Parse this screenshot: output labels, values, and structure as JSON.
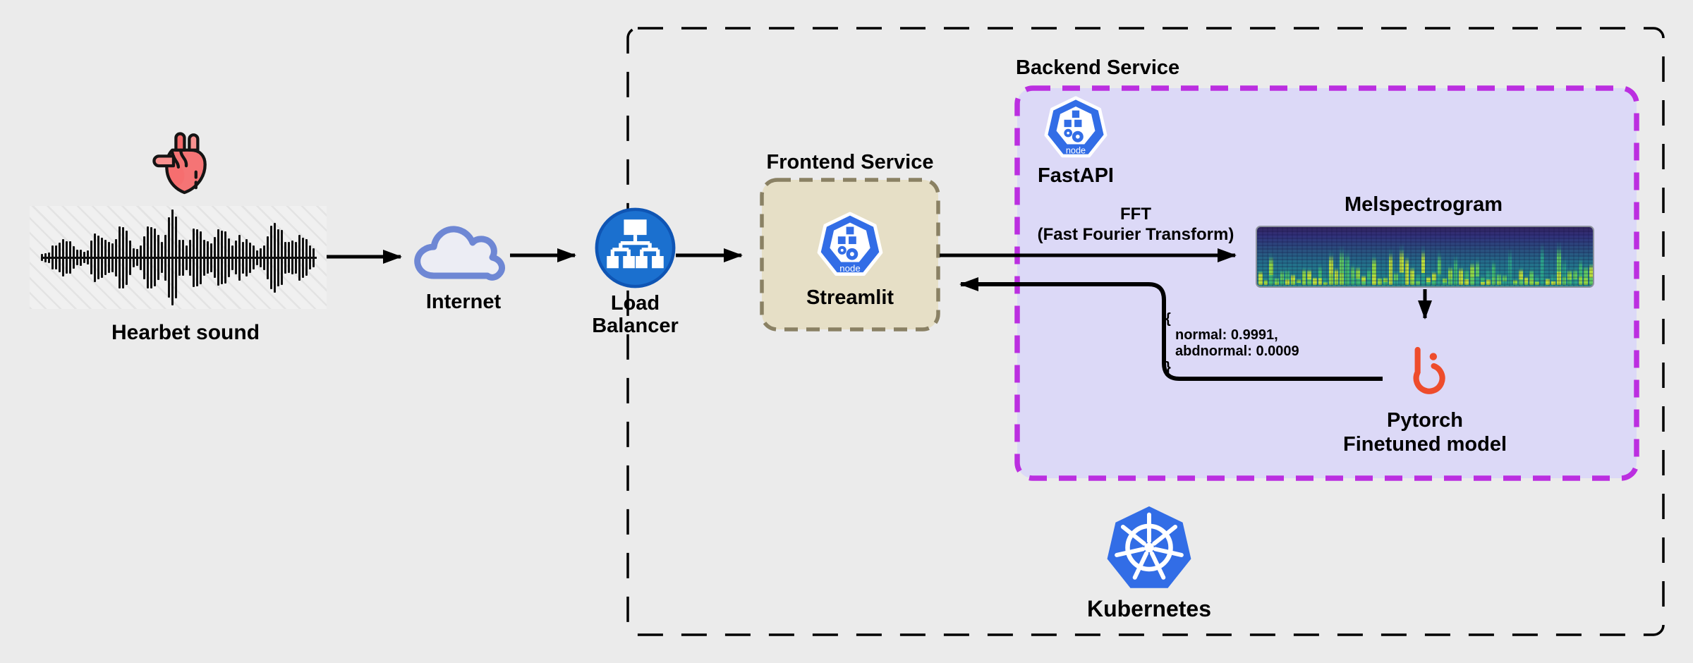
{
  "diagram": {
    "source": {
      "label": "Hearbet sound",
      "icon": "heart-icon",
      "waveform_icon": "audio-waveform-icon"
    },
    "internet": {
      "label": "Internet",
      "icon": "cloud-icon"
    },
    "load_balancer": {
      "label_line1": "Load",
      "label_line2": "Balancer",
      "icon": "load-balancer-icon"
    },
    "frontend": {
      "title": "Frontend Service",
      "app_label": "Streamlit",
      "node_badge": "node",
      "icon": "kubernetes-node-icon"
    },
    "backend": {
      "title": "Backend Service",
      "api_label": "FastAPI",
      "node_badge": "node",
      "fft": {
        "line1": "FFT",
        "line2": "(Fast Fourier Transform)"
      },
      "melspectrogram": {
        "label": "Melspectrogram"
      },
      "model": {
        "label_line1": "Pytorch",
        "label_line2": "Finetuned model",
        "icon": "pytorch-icon"
      },
      "response": {
        "lines": [
          "{",
          "normal: 0.9991,",
          "abdnormal: 0.0009",
          "}"
        ]
      }
    },
    "platform": {
      "label": "Kubernetes",
      "icon": "kubernetes-icon"
    },
    "colors": {
      "background": "#ebebeb",
      "cluster_border": "#000000",
      "backend_fill": "#dcd9f7",
      "backend_border": "#bb2fe0",
      "frontend_fill": "#e6dfc6",
      "frontend_border": "#8a8164",
      "kubernetes_blue": "#326de6",
      "load_balancer_blue": "#1b70cf",
      "cloud_blue": "#6e87d4",
      "pytorch_orange": "#ee4c2c",
      "heart_red": "#f5696a"
    }
  }
}
